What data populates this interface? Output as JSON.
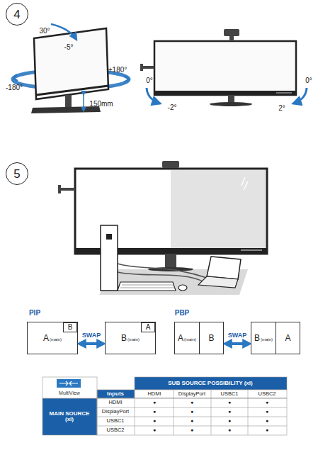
{
  "diagram": {
    "nodes": [
      {
        "text": [
          "4"
        ]
      },
      {
        "text": [
          "5"
        ]
      },
      {
        "text": [
          "A",
          "(main)"
        ]
      },
      {
        "text": [
          "B"
        ],
        "in": 2
      },
      {
        "text": [
          "B",
          "(main)"
        ]
      },
      {
        "text": [
          "A"
        ],
        "in": 4
      },
      {
        "text": [
          "A",
          "(main)"
        ]
      },
      {
        "text": [
          "B"
        ]
      },
      {
        "text": [
          "B",
          "(main)"
        ]
      },
      {
        "text": [
          "A"
        ]
      }
    ],
    "edges": [
      {
        "from": 2,
        "to": 4,
        "label": "SWAP",
        "arrow": "both"
      },
      {
        "from": 7,
        "to": 8,
        "label": "SWAP",
        "arrow": "both"
      }
    ],
    "labels": [
      "30°",
      "-5°",
      "-180°",
      "+180°",
      "150mm",
      "0°",
      "-2°",
      "0°",
      "2°",
      "PIP",
      "PBP",
      "MultiView",
      "SUB SOURCE POSSIBILITY (xl)",
      "Inputs",
      "HDMI",
      "DisplayPort",
      "USBC1",
      "USBC2",
      "MAIN SOURCE (xl)",
      "HDMI",
      "DisplayPort",
      "USBC1",
      "USBC2",
      "●",
      "●",
      "●",
      "●",
      "●",
      "●",
      "●",
      "●",
      "●",
      "●",
      "●",
      "●",
      "●",
      "●",
      "●",
      "●"
    ]
  }
}
